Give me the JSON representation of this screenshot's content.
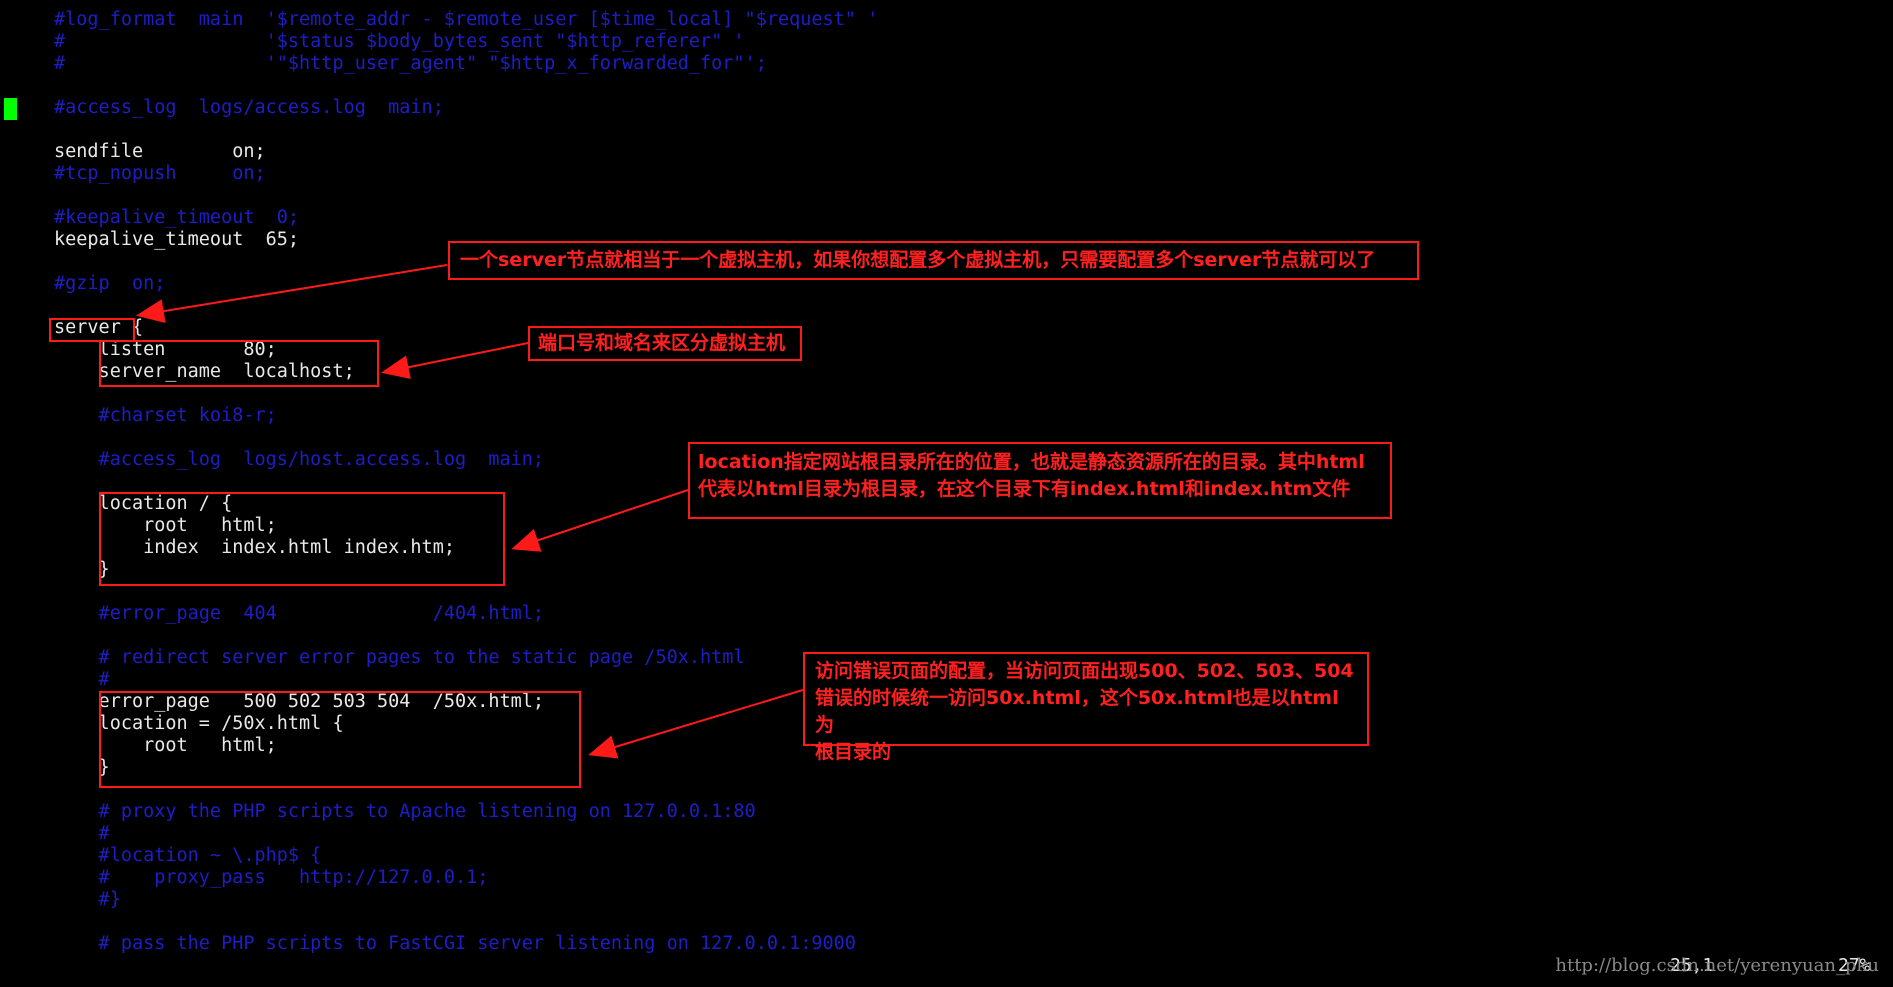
{
  "terminal": {
    "lines": [
      {
        "text": "#log_format  main  '$remote_addr - $remote_user [$time_local] \"$request\" '",
        "kind": "comment"
      },
      {
        "text": "#                  '$status $body_bytes_sent \"$http_referer\" '",
        "kind": "comment"
      },
      {
        "text": "#                  '\"$http_user_agent\" \"$http_x_forwarded_for\"';",
        "kind": "comment"
      },
      {
        "text": "",
        "kind": "code"
      },
      {
        "text": "#access_log  logs/access.log  main;",
        "kind": "comment"
      },
      {
        "text": "",
        "kind": "code"
      },
      {
        "text": "sendfile        on;",
        "kind": "code"
      },
      {
        "text": "#tcp_nopush     on;",
        "kind": "comment"
      },
      {
        "text": "",
        "kind": "code"
      },
      {
        "text": "#keepalive_timeout  0;",
        "kind": "comment"
      },
      {
        "text": "keepalive_timeout  65;",
        "kind": "code"
      },
      {
        "text": "",
        "kind": "code"
      },
      {
        "text": "#gzip  on;",
        "kind": "comment"
      },
      {
        "text": "",
        "kind": "code"
      },
      {
        "text": "server {",
        "kind": "code"
      },
      {
        "text": "    listen       80;",
        "kind": "code"
      },
      {
        "text": "    server_name  localhost;",
        "kind": "code"
      },
      {
        "text": "",
        "kind": "code"
      },
      {
        "text": "    #charset koi8-r;",
        "kind": "comment"
      },
      {
        "text": "",
        "kind": "code"
      },
      {
        "text": "    #access_log  logs/host.access.log  main;",
        "kind": "comment"
      },
      {
        "text": "",
        "kind": "code"
      },
      {
        "text": "    location / {",
        "kind": "code"
      },
      {
        "text": "        root   html;",
        "kind": "code"
      },
      {
        "text": "        index  index.html index.htm;",
        "kind": "code"
      },
      {
        "text": "    }",
        "kind": "code"
      },
      {
        "text": "",
        "kind": "code"
      },
      {
        "text": "    #error_page  404              /404.html;",
        "kind": "comment"
      },
      {
        "text": "",
        "kind": "code"
      },
      {
        "text": "    # redirect server error pages to the static page /50x.html",
        "kind": "comment"
      },
      {
        "text": "    #",
        "kind": "comment"
      },
      {
        "text": "    error_page   500 502 503 504  /50x.html;",
        "kind": "code"
      },
      {
        "text": "    location = /50x.html {",
        "kind": "code"
      },
      {
        "text": "        root   html;",
        "kind": "code"
      },
      {
        "text": "    }",
        "kind": "code"
      },
      {
        "text": "",
        "kind": "code"
      },
      {
        "text": "    # proxy the PHP scripts to Apache listening on 127.0.0.1:80",
        "kind": "comment"
      },
      {
        "text": "    #",
        "kind": "comment"
      },
      {
        "text": "    #location ~ \\.php$ {",
        "kind": "comment"
      },
      {
        "text": "    #    proxy_pass   http://127.0.0.1;",
        "kind": "comment"
      },
      {
        "text": "    #}",
        "kind": "comment"
      },
      {
        "text": "",
        "kind": "code"
      },
      {
        "text": "    # pass the PHP scripts to FastCGI server listening on 127.0.0.1:9000",
        "kind": "comment"
      }
    ],
    "status_position": "25,1",
    "status_percent": "27%",
    "watermark": "http://blog.csdn.net/yerenyuan_pku"
  },
  "annotations": {
    "server": "一个server节点就相当于一个虚拟主机，如果你想配置多个虚拟主机，只需要配置多个server节点就可以了",
    "listen": "端口号和域名来区分虚拟主机",
    "location_line1": "location指定网站根目录所在的位置，也就是静态资源所在的目录。其中html",
    "location_line2": "代表以html目录为根目录，在这个目录下有index.html和index.htm文件",
    "error_line1": "访问错误页面的配置，当访问页面出现500、502、503、504",
    "error_line2": "错误的时候统一访问50x.html，这个50x.html也是以html为",
    "error_line3": "根目录的"
  },
  "colors": {
    "background": "#000000",
    "code_text": "#e8e8e8",
    "comment_text": "#1e1ec8",
    "annotation_red": "#ff1a1a",
    "cursor_green": "#00ff00"
  }
}
